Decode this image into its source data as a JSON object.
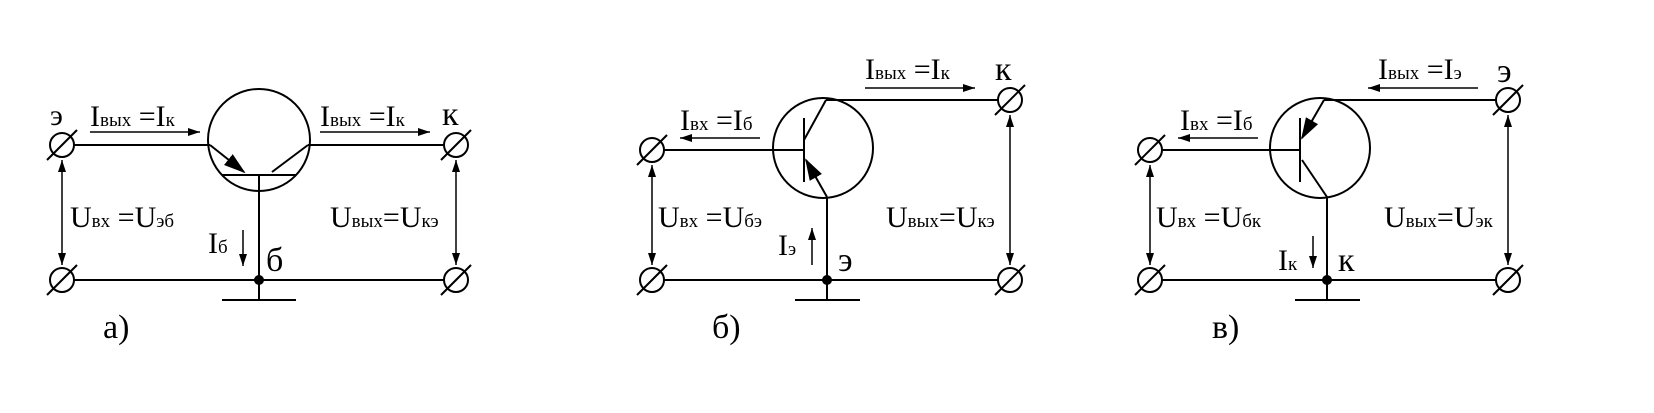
{
  "circuit_a": {
    "node_in": "э",
    "node_out": "к",
    "node_common": "б",
    "i_in_main": "I",
    "i_in_sub1": "вых",
    "i_in_eq": " =I",
    "i_in_sub2": "к",
    "i_out_main": "I",
    "i_out_sub1": "вых",
    "i_out_eq": " =I",
    "i_out_sub2": "к",
    "u_in_main": "U",
    "u_in_sub1": "вх",
    "u_in_eq": " =U",
    "u_in_sub2": "эб",
    "u_out_main": "U",
    "u_out_sub1": "вых",
    "u_out_eq": "=U",
    "u_out_sub2": "кэ",
    "i_common_main": "I",
    "i_common_sub": "б",
    "caption": "а)"
  },
  "circuit_b": {
    "node_out": "к",
    "node_common": "э",
    "i_out_main": "I",
    "i_out_sub1": "вых",
    "i_out_eq": " =I",
    "i_out_sub2": "к",
    "i_in_main": "I",
    "i_in_sub1": "вх",
    "i_in_eq": " =I",
    "i_in_sub2": "б",
    "u_in_main": "U",
    "u_in_sub1": "вх",
    "u_in_eq": " =U",
    "u_in_sub2": "бэ",
    "u_out_main": "U",
    "u_out_sub1": "вых",
    "u_out_eq": "=U",
    "u_out_sub2": "кэ",
    "i_common_main": "I",
    "i_common_sub": "э",
    "caption": "б)"
  },
  "circuit_c": {
    "node_out": "э",
    "node_common": "к",
    "i_out_main": "I",
    "i_out_sub1": "вых",
    "i_out_eq": " =I",
    "i_out_sub2": "э",
    "i_in_main": "I",
    "i_in_sub1": "вх",
    "i_in_eq": " =I",
    "i_in_sub2": "б",
    "u_in_main": "U",
    "u_in_sub1": "вх",
    "u_in_eq": " =U",
    "u_in_sub2": "бк",
    "u_out_main": "U",
    "u_out_sub1": "вых",
    "u_out_eq": "=U",
    "u_out_sub2": "эк",
    "i_common_main": "I",
    "i_common_sub": "к",
    "caption": "в)"
  }
}
